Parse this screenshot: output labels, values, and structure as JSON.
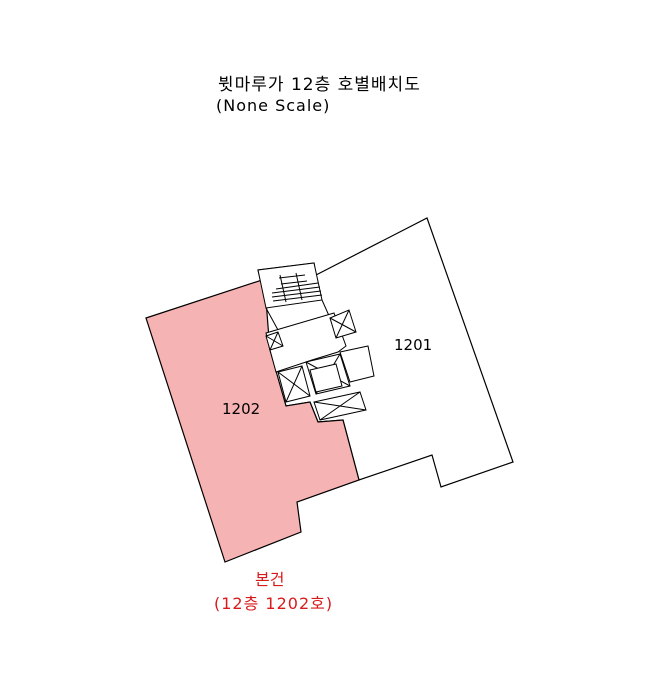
{
  "title": "뷧마루가 12층 호별배치도",
  "subtitle": "(None Scale)",
  "units": {
    "unit_1201": "1201",
    "unit_1202": "1202"
  },
  "caption": {
    "line1": "본건",
    "line2": "(12층 1202호)"
  },
  "colors": {
    "highlight_fill": "#f6b3b3",
    "caption_text": "#d81a1a",
    "lines": "#000000"
  }
}
